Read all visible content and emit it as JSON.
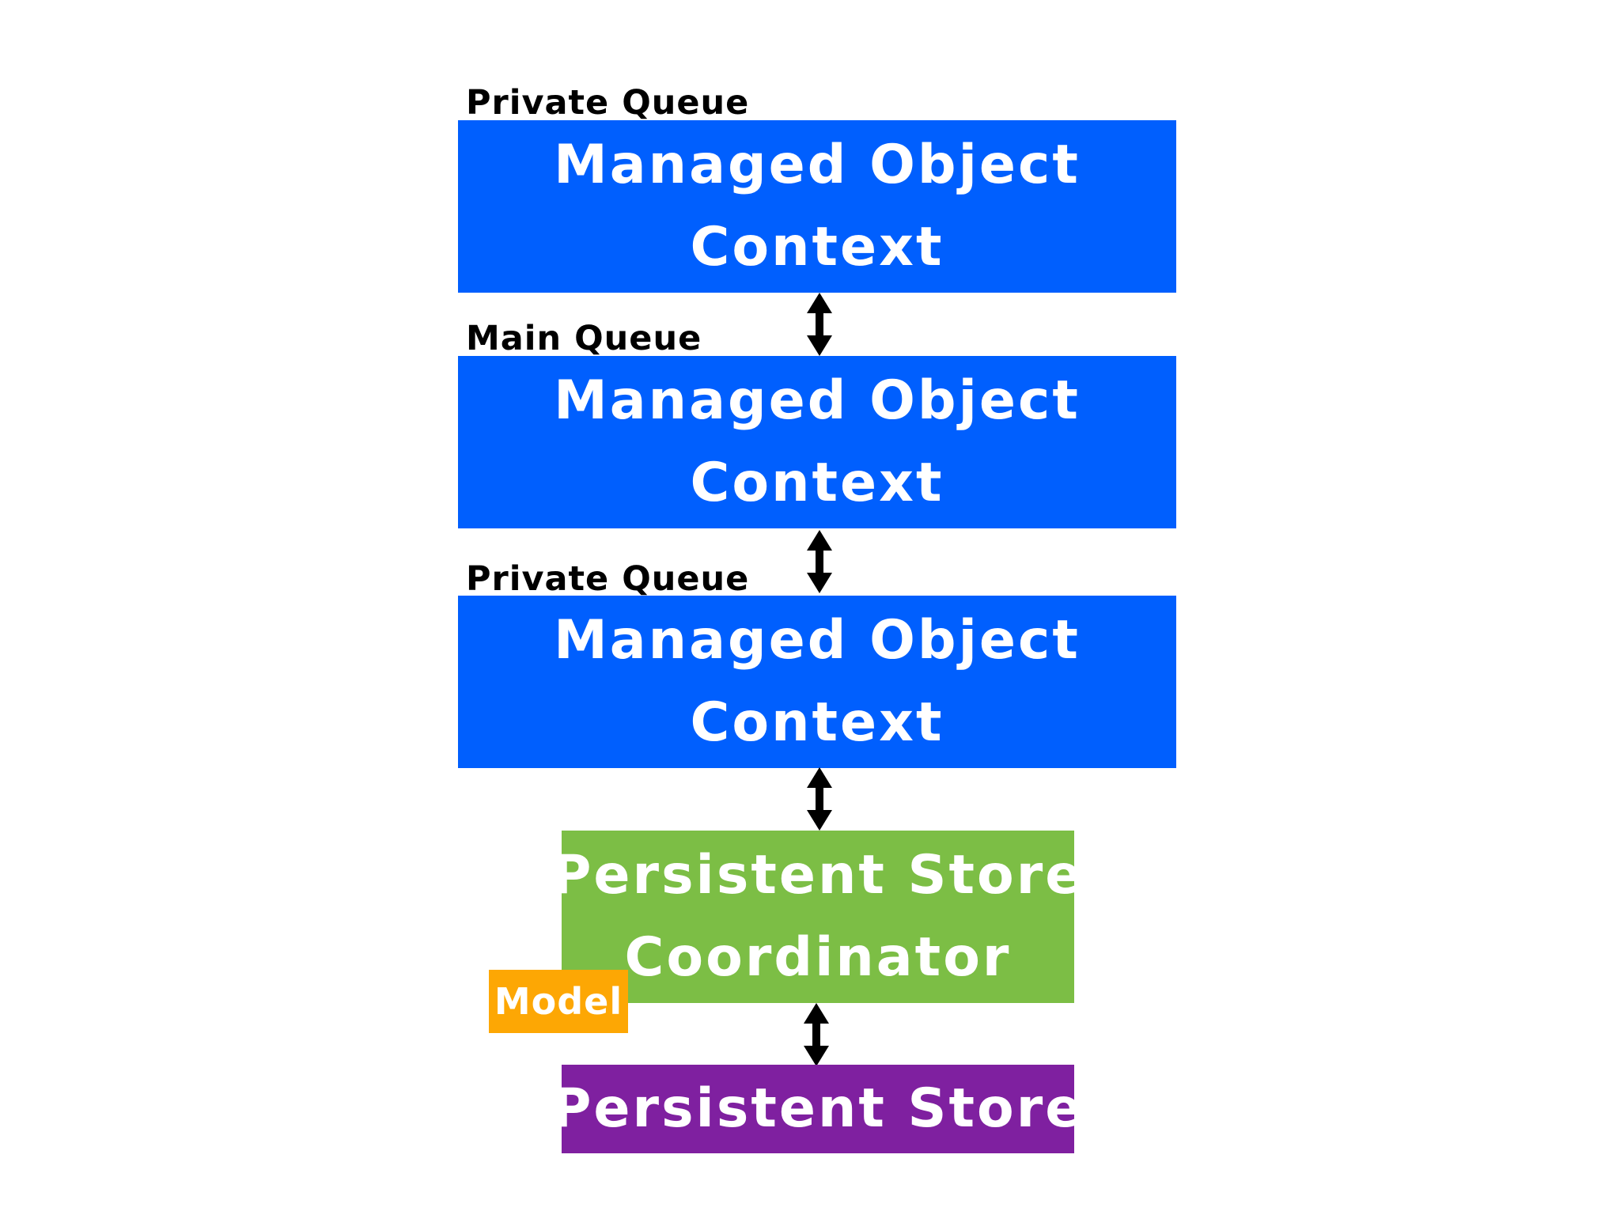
{
  "levels": [
    {
      "queue": "Private Queue",
      "line1": "Managed Object",
      "line2": "Context"
    },
    {
      "queue": "Main Queue",
      "line1": "Managed Object",
      "line2": "Context"
    },
    {
      "queue": "Private Queue",
      "line1": "Managed Object",
      "line2": "Context"
    }
  ],
  "coordinator": {
    "line1": "Persistent Store",
    "line2": "Coordinator"
  },
  "model": {
    "label": "Model"
  },
  "store": {
    "label": "Persistent Store"
  },
  "colors": {
    "context": "#005ffe",
    "coordinator": "#7cbe45",
    "store": "#7f20a0",
    "model": "#fda704",
    "arrow": "#000000"
  },
  "arrow_icon": "double-headed-vertical-arrow"
}
